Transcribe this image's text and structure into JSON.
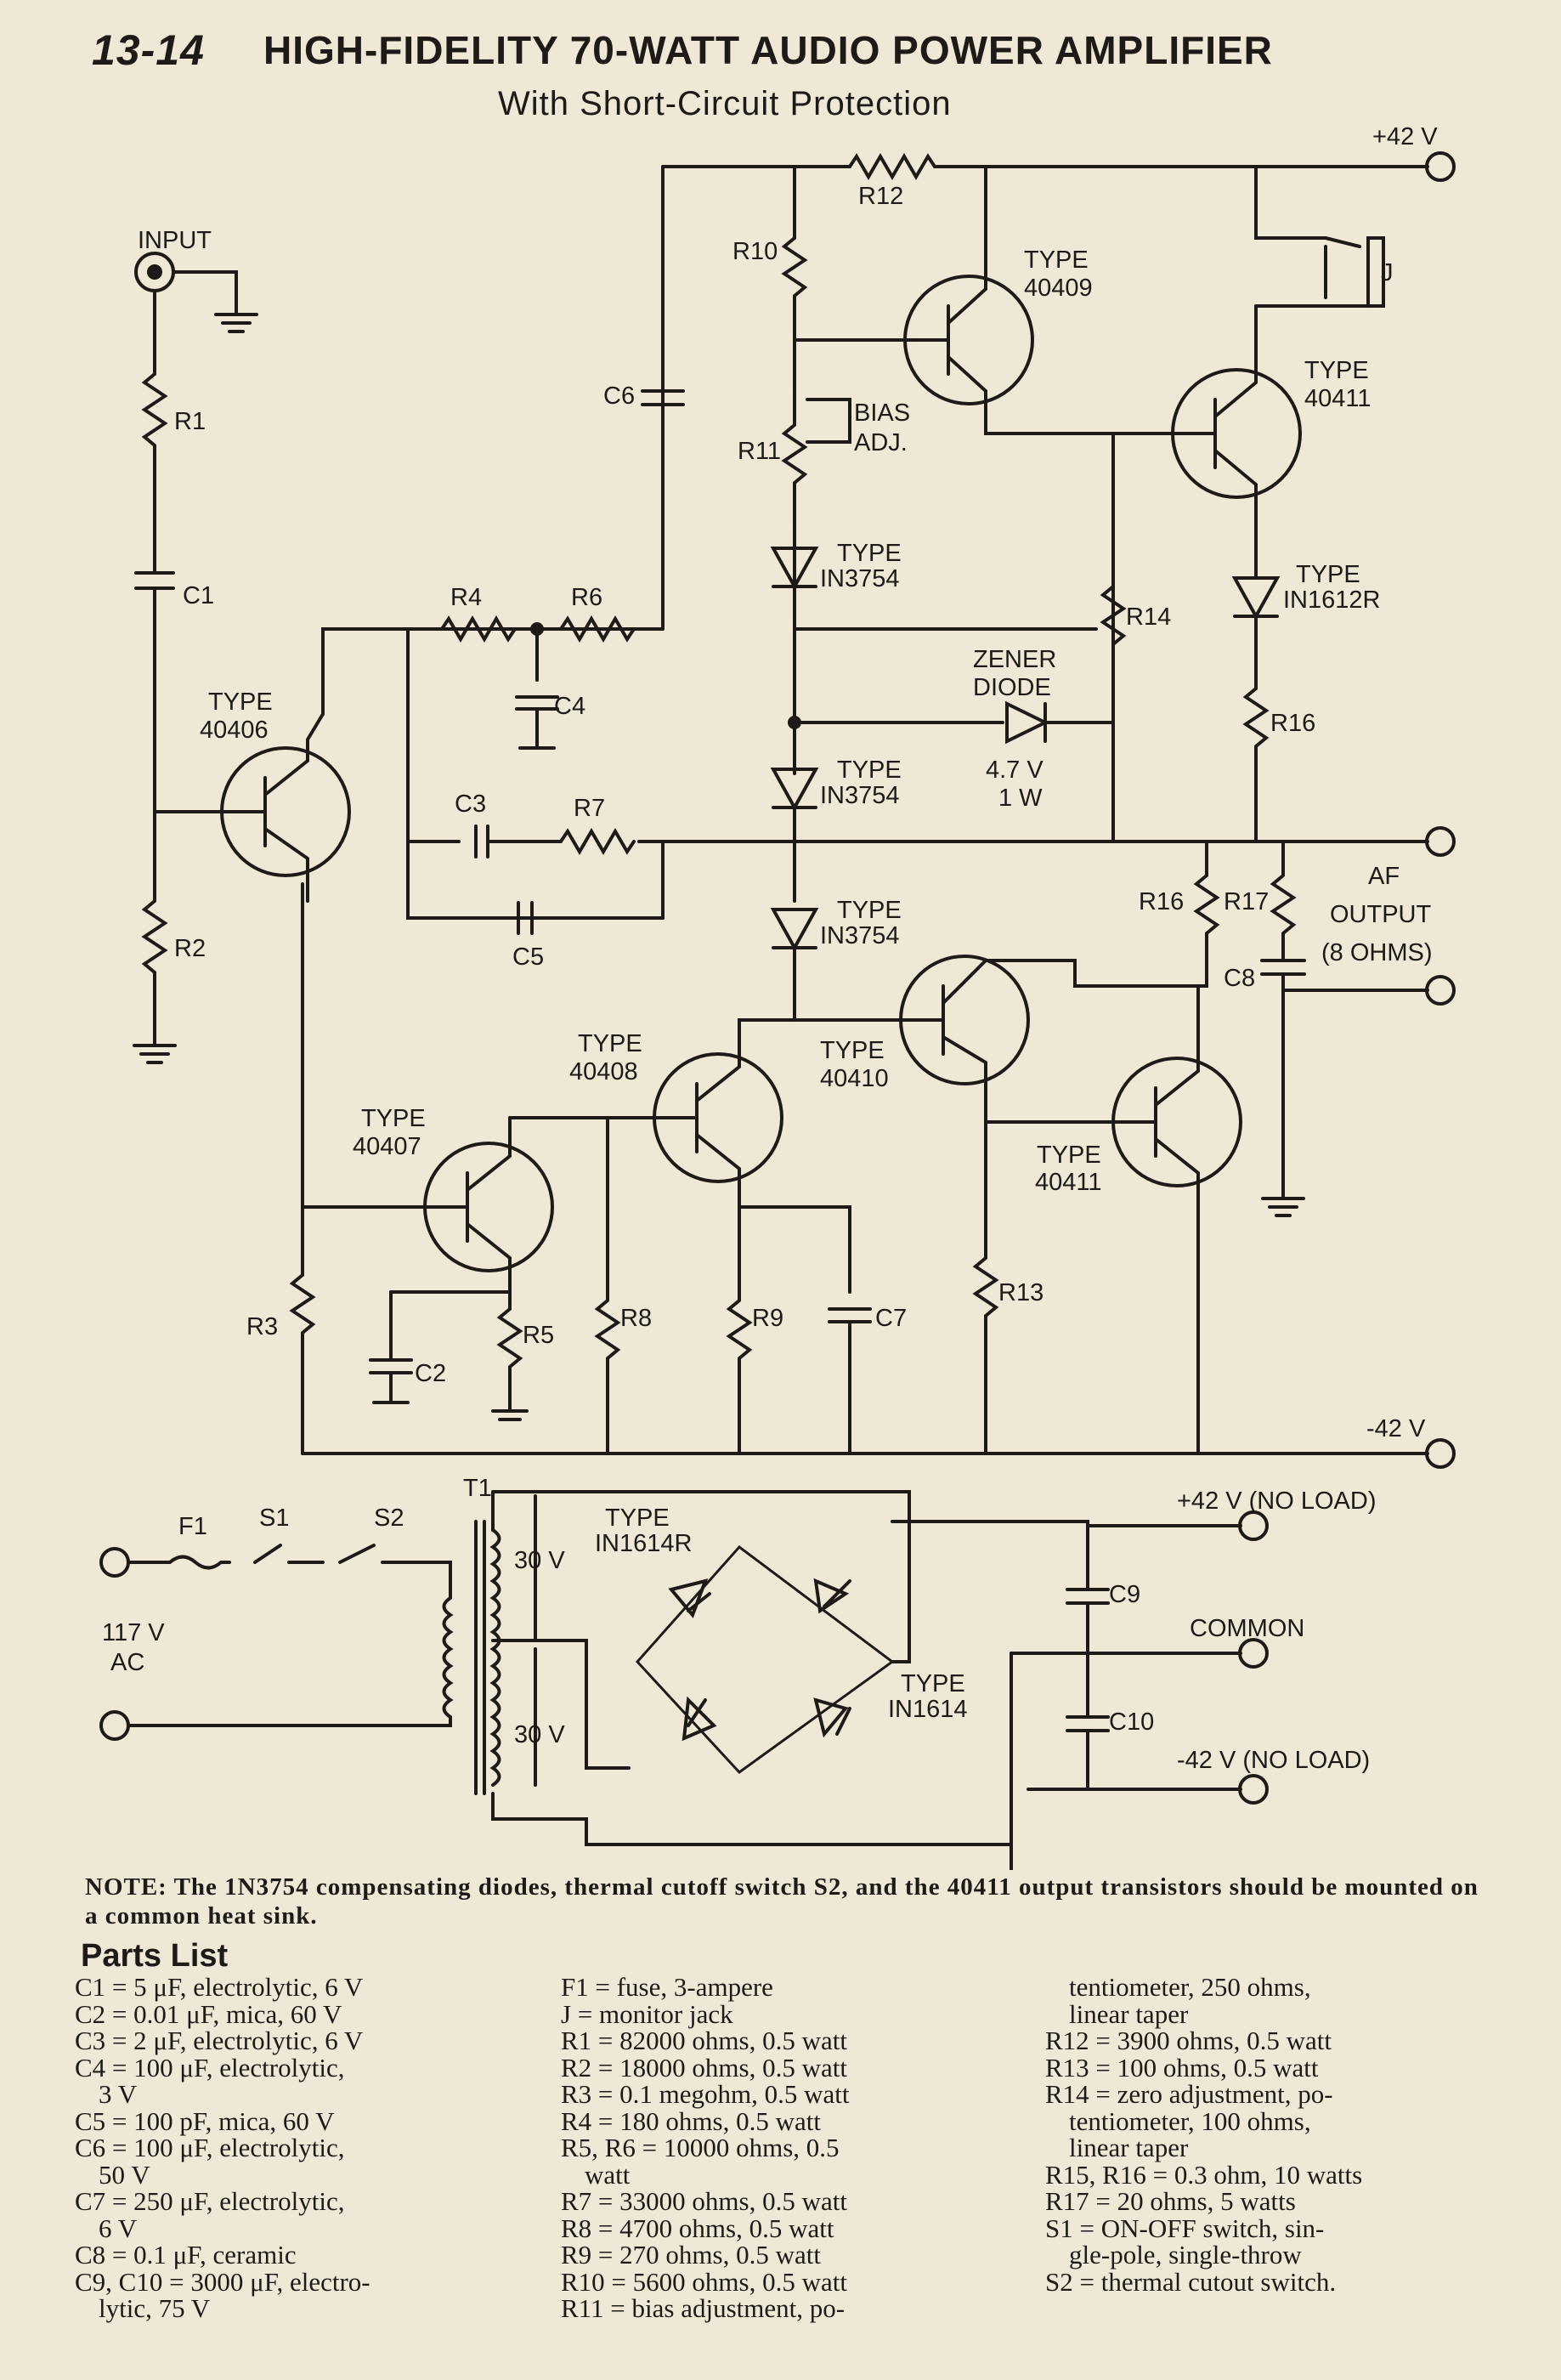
{
  "header": {
    "number": "13-14",
    "title": "HIGH-FIDELITY 70-WATT AUDIO POWER AMPLIFIER",
    "subtitle": "With Short-Circuit Protection"
  },
  "schematic": {
    "labels": {
      "pos42": "+42 V",
      "neg42": "-42 V",
      "input": "INPUT",
      "jack": "J",
      "bias1": "BIAS",
      "bias2": "ADJ.",
      "zener1": "ZENER",
      "zener2": "DIODE",
      "zv1": "4.7 V",
      "zv2": "1 W",
      "af1": "AF",
      "af2": "OUTPUT",
      "af3": "(8 OHMS)",
      "type": "TYPE",
      "ac1": "117 V",
      "ac2": "AC",
      "v30": "30 V",
      "nl_pos": "+42 V (NO LOAD)",
      "common": "COMMON",
      "nl_neg": "-42 V (NO LOAD)"
    },
    "parts": {
      "t40409": "40409",
      "t40411a": "40411",
      "t40406": "40406",
      "t40408": "40408",
      "t40407": "40407",
      "t40410": "40410",
      "t40411b": "40411",
      "d3754": "IN3754",
      "d1612": "IN1612R",
      "d1614r": "IN1614R",
      "d1614": "IN1614",
      "R1": "R1",
      "R2": "R2",
      "R3": "R3",
      "R4": "R4",
      "R5": "R5",
      "R6": "R6",
      "R7": "R7",
      "R8": "R8",
      "R9": "R9",
      "R10": "R10",
      "R11": "R11",
      "R12": "R12",
      "R13": "R13",
      "R14": "R14",
      "R16a": "R16",
      "R16b": "R16",
      "R17": "R17",
      "C1": "C1",
      "C2": "C2",
      "C3": "C3",
      "C4": "C4",
      "C5": "C5",
      "C6": "C6",
      "C7": "C7",
      "C8": "C8",
      "C9": "C9",
      "C10": "C10",
      "F1": "F1",
      "S1": "S1",
      "S2": "S2",
      "T1": "T1"
    }
  },
  "note": "NOTE: The 1N3754 compensating diodes, thermal cutoff switch S2, and the 40411 output transistors should be mounted on a common heat sink.",
  "parts_list": {
    "title": "Parts List",
    "col1": [
      "C1 = 5 μF, electrolytic, 6 V",
      "C2 = 0.01 μF, mica, 60 V",
      "C3 = 2 μF, electrolytic, 6 V",
      "C4 = 100 μF, electrolytic,",
      "3 V",
      "C5 = 100 pF, mica, 60 V",
      "C6 = 100 μF, electrolytic,",
      "50 V",
      "C7 = 250 μF, electrolytic,",
      "6 V",
      "C8 = 0.1 μF, ceramic",
      "C9, C10 = 3000 μF, electro-",
      "lytic, 75 V"
    ],
    "col2": [
      "F1 = fuse, 3-ampere",
      "J = monitor jack",
      "R1 = 82000 ohms, 0.5 watt",
      "R2 = 18000 ohms, 0.5 watt",
      "R3 = 0.1 megohm, 0.5 watt",
      "R4 = 180 ohms, 0.5 watt",
      "R5, R6 = 10000 ohms, 0.5",
      "watt",
      "R7 = 33000 ohms, 0.5 watt",
      "R8 = 4700 ohms, 0.5 watt",
      "R9 = 270 ohms, 0.5 watt",
      "R10 = 5600 ohms, 0.5 watt",
      "R11 = bias adjustment, po-"
    ],
    "col3": [
      "tentiometer, 250 ohms,",
      "linear taper",
      "R12 = 3900 ohms, 0.5 watt",
      "R13 = 100 ohms, 0.5 watt",
      "R14 = zero adjustment, po-",
      "tentiometer, 100 ohms,",
      "linear taper",
      "R15, R16 = 0.3 ohm, 10 watts",
      "R17 = 20 ohms, 5 watts",
      "S1 = ON-OFF switch, sin-",
      "gle-pole, single-throw",
      "S2 = thermal cutout switch."
    ]
  }
}
